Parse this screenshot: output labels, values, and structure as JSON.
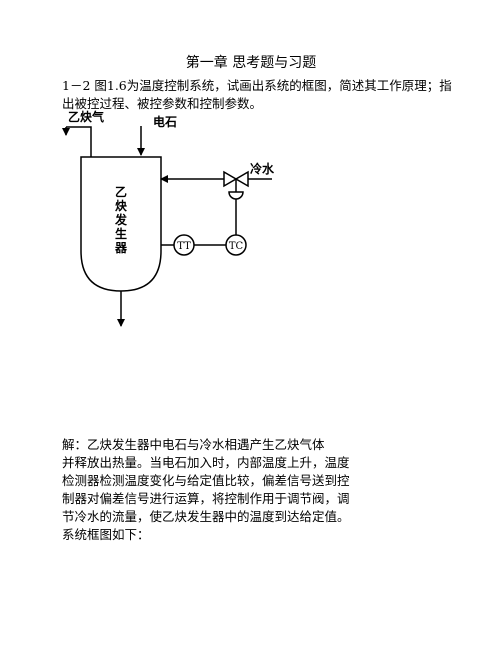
{
  "chapter_title": "第一章  思考题与习题",
  "question": {
    "line1": "1－2   图1.6为温度控制系统，试画出系统的框图，简述其工作原理；指",
    "line2": "出被控过程、被控参数和控制参数。"
  },
  "diagram": {
    "gas_label": "乙炔气",
    "carbide_label": "电石",
    "cold_water_label": "冷水",
    "vessel_label_chars": [
      "乙",
      "炔",
      "发",
      "生",
      "器"
    ],
    "tt_label": "TT",
    "tc_label": "TC"
  },
  "answer": {
    "lines": [
      "解：乙炔发生器中电石与冷水相遇产生乙炔气体",
      "并释放出热量。当电石加入时，内部温度上升，温度",
      "检测器检测温度变化与给定值比较，偏差信号送到控",
      "制器对偏差信号进行运算，将控制作用于调节阀，调",
      "节冷水的流量，使乙炔发生器中的温度到达给定值。",
      "系统框图如下："
    ]
  }
}
